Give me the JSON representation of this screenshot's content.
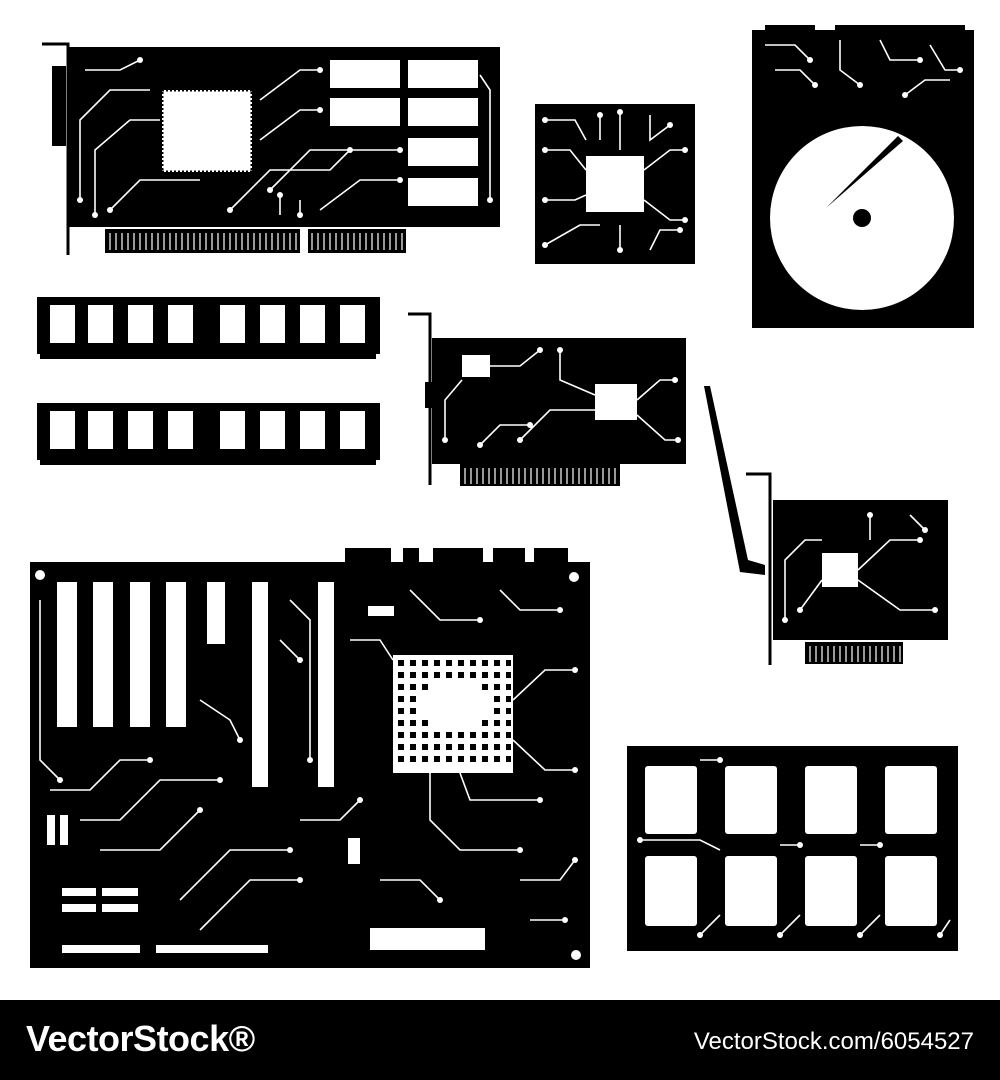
{
  "image": {
    "subject": "computer hardware components",
    "components": [
      "graphics-card",
      "cpu-chip",
      "hard-disk-drive",
      "ram-module",
      "ram-module",
      "expansion-card",
      "wifi-card",
      "motherboard",
      "memory-board"
    ]
  },
  "colors": {
    "ink": "#000000",
    "paper": "#ffffff"
  },
  "footer": {
    "brand": "VectorStock®",
    "stock_id": "VectorStock.com/6054527"
  }
}
